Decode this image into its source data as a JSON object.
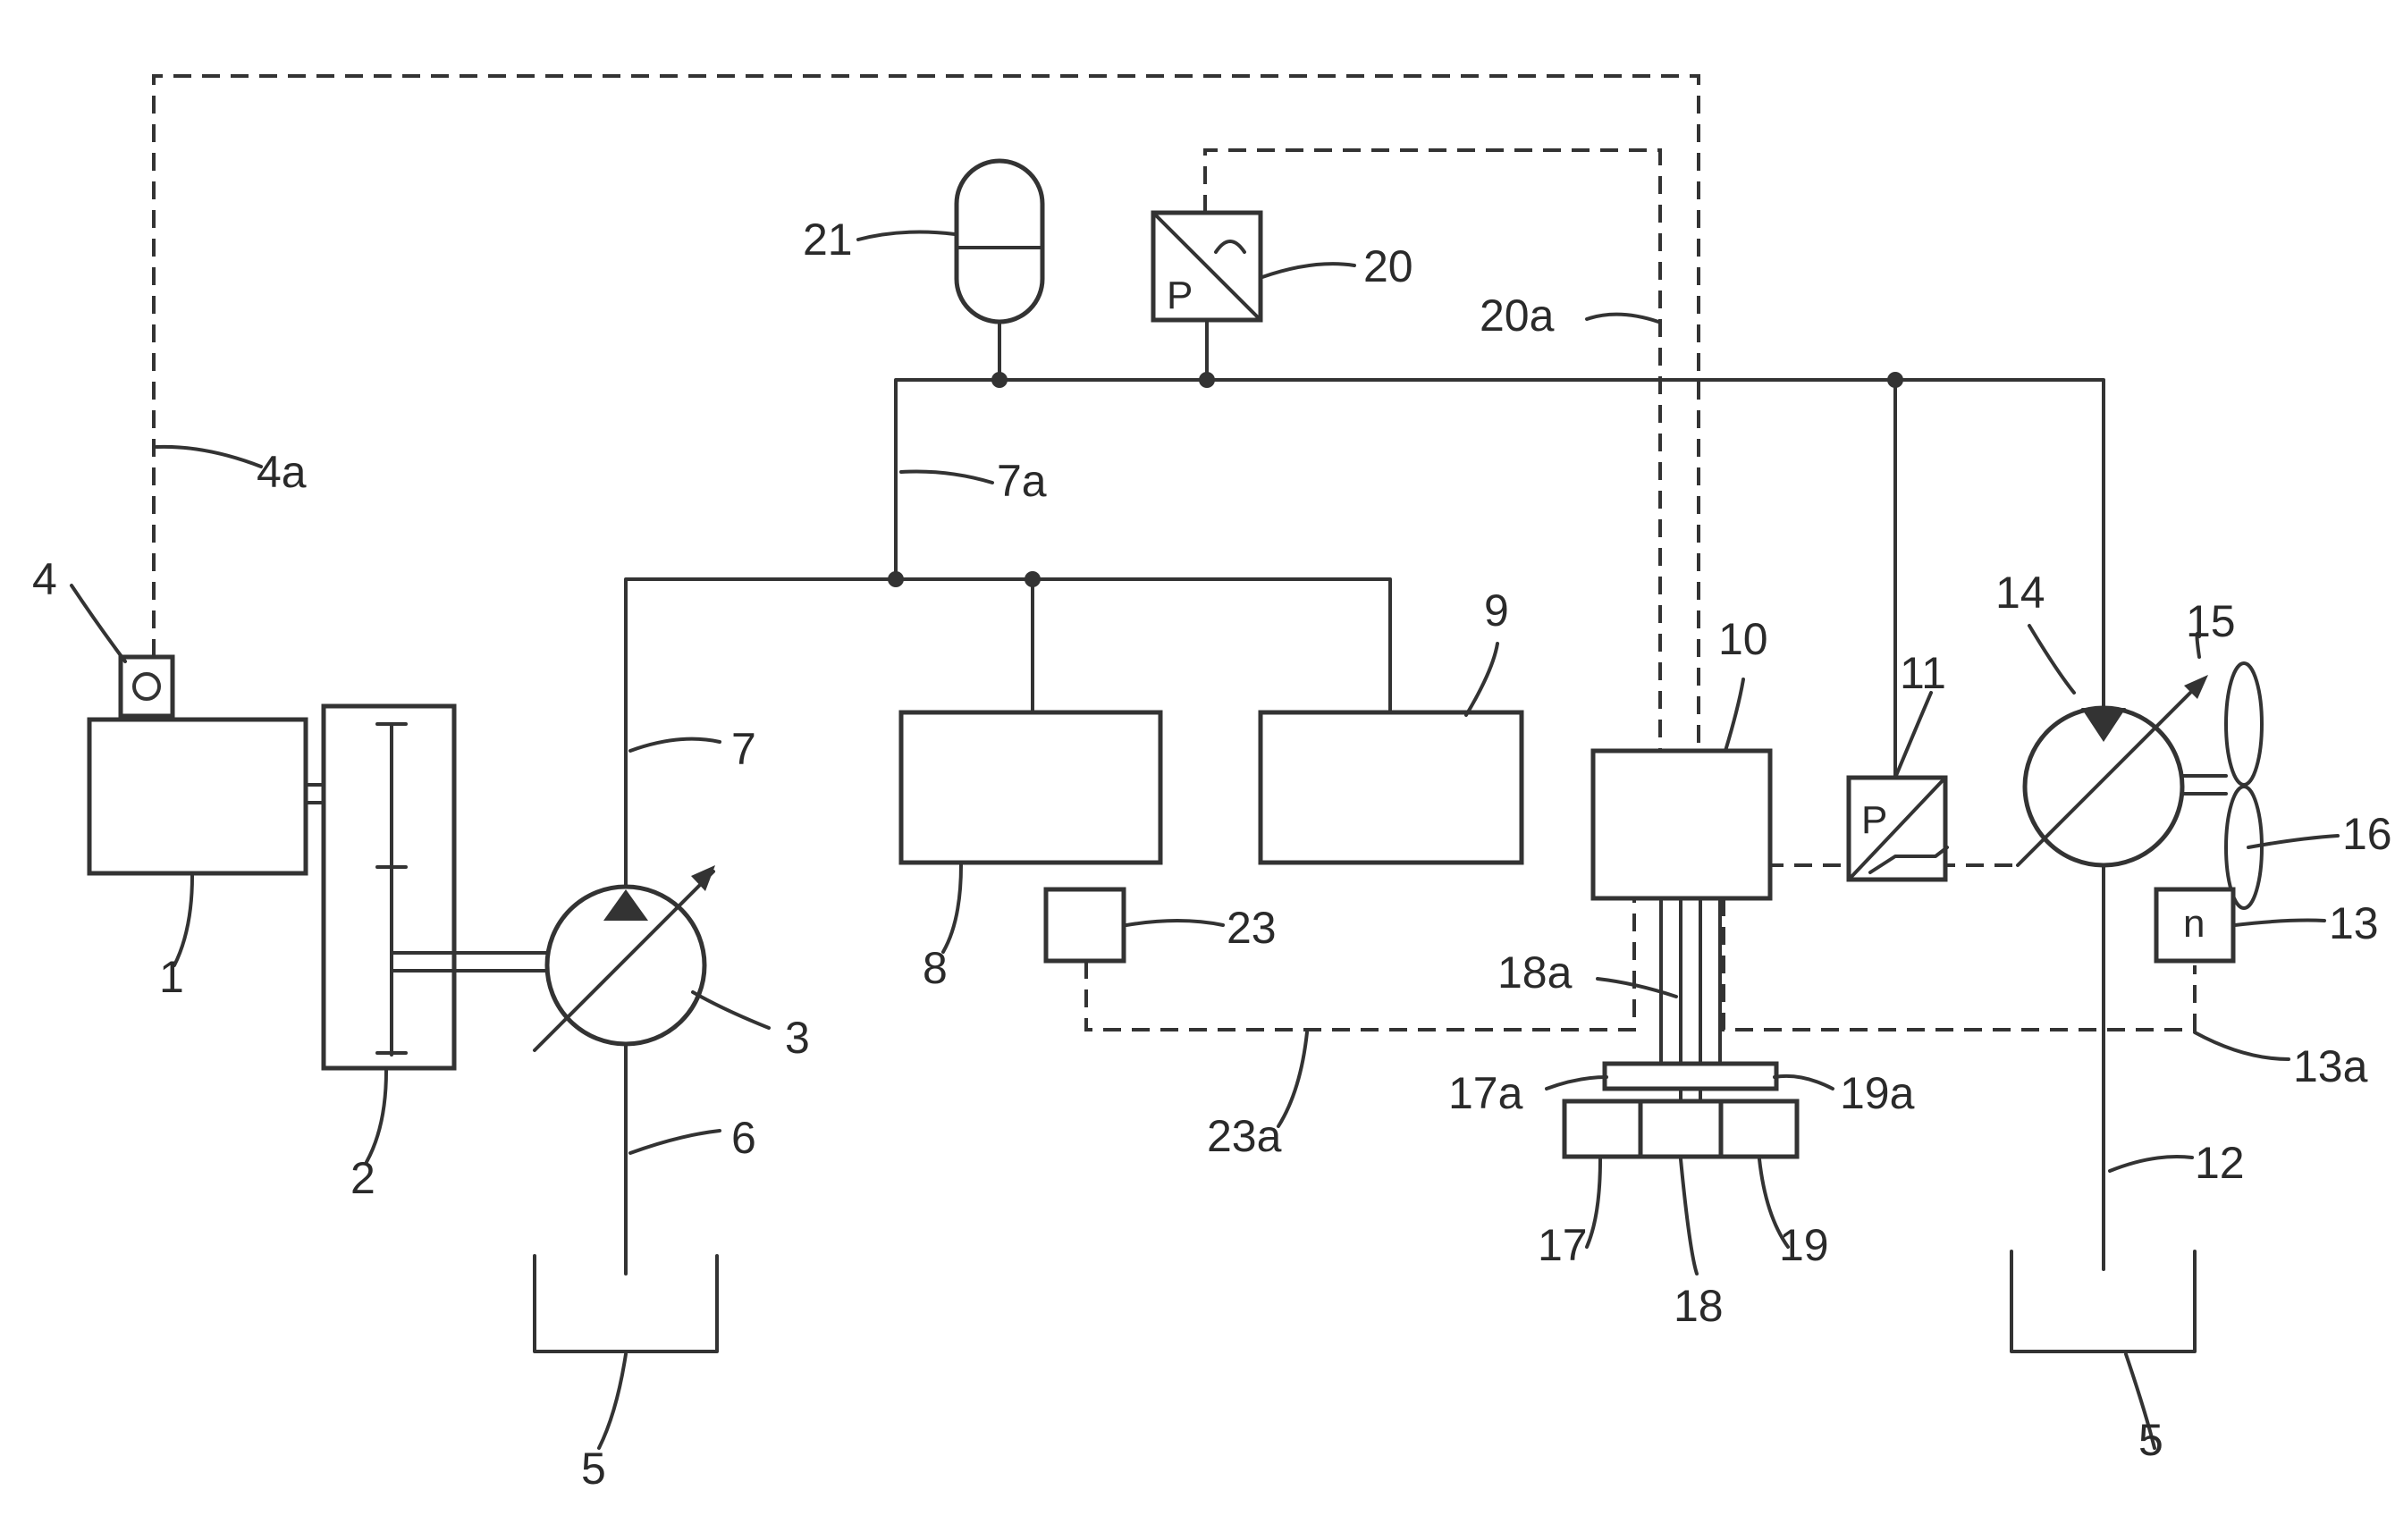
{
  "labels": {
    "l1": "1",
    "l2": "2",
    "l3": "3",
    "l4": "4",
    "l4a": "4a",
    "l5_left": "5",
    "l5_right": "5",
    "l6": "6",
    "l7": "7",
    "l7a": "7a",
    "l8": "8",
    "l9": "9",
    "l10": "10",
    "l11": "11",
    "l12": "12",
    "l13": "13",
    "l13a": "13a",
    "l14": "14",
    "l15": "15",
    "l16": "16",
    "l17": "17",
    "l17a": "17a",
    "l18": "18",
    "l18a": "18a",
    "l19": "19",
    "l19a": "19a",
    "l20": "20",
    "l20a": "20a",
    "l21": "21",
    "l23": "23",
    "l23a": "23a"
  },
  "symbols": {
    "pressure_sensor_20": "P",
    "pressure_switch_11": "P",
    "speed_sensor_13": "n"
  }
}
